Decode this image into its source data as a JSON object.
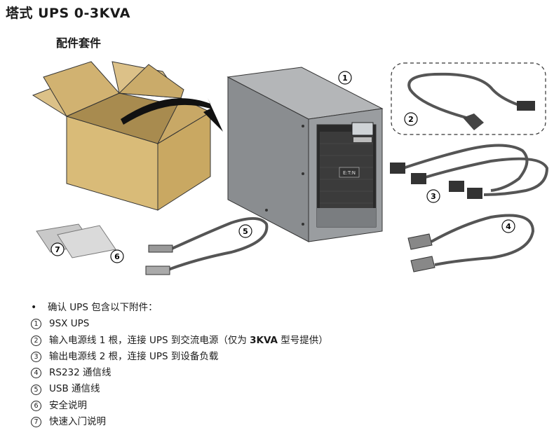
{
  "title": "塔式 UPS 0-3KVA",
  "subtitle": "配件套件",
  "callouts": [
    "1",
    "2",
    "3",
    "4",
    "5",
    "6",
    "7"
  ],
  "list": {
    "intro": "确认 UPS 包含以下附件：",
    "items": [
      {
        "num": "1",
        "text": "9SX UPS"
      },
      {
        "num": "2",
        "text_pre": "输入电源线 1 根，连接 UPS 到交流电源（仅为 ",
        "text_bold": "3KVA",
        "text_post": " 型号提供）"
      },
      {
        "num": "3",
        "text": "输出电源线 2 根，连接 UPS 到设备负载"
      },
      {
        "num": "4",
        "text": "RS232 通信线"
      },
      {
        "num": "5",
        "text": "USB 通信线"
      },
      {
        "num": "6",
        "text": "安全说明"
      },
      {
        "num": "7",
        "text": "快速入门说明"
      }
    ]
  },
  "ups_brand": "E:T:N"
}
